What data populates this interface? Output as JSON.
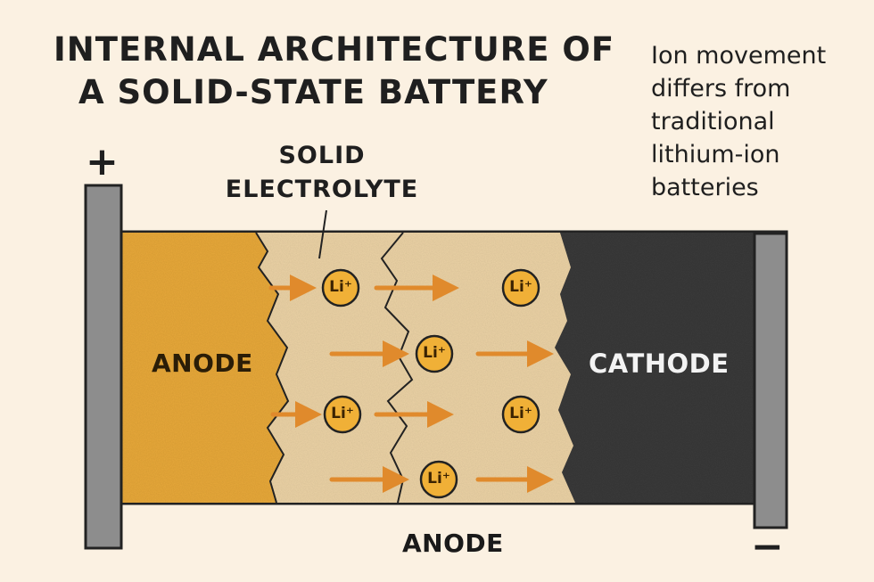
{
  "title": {
    "line1": "INTERNAL ARCHITECTURE OF",
    "line2": "A SOLID-STATE BATTERY"
  },
  "note": {
    "lines": [
      "Ion movement",
      "differs from",
      "traditional",
      "lithium-ion",
      "batteries"
    ]
  },
  "terminals": {
    "positive_sign": "+",
    "negative_sign": "−"
  },
  "electrolyte_label": {
    "line1": "SOLID",
    "line2": "ELECTROLYTE"
  },
  "regions": {
    "anode": "ANODE",
    "cathode": "CATHODE",
    "bottom_label": "ANODE"
  },
  "ion_label": "Li⁺",
  "colors": {
    "background": "#fbf1e2",
    "anode": "#e8a93a",
    "electrolyte": "#ecd3a6",
    "cathode": "#3a3a3a",
    "terminal": "#8d8d8d",
    "arrow": "#e08a2c",
    "ion_fill": "#f0b037"
  }
}
